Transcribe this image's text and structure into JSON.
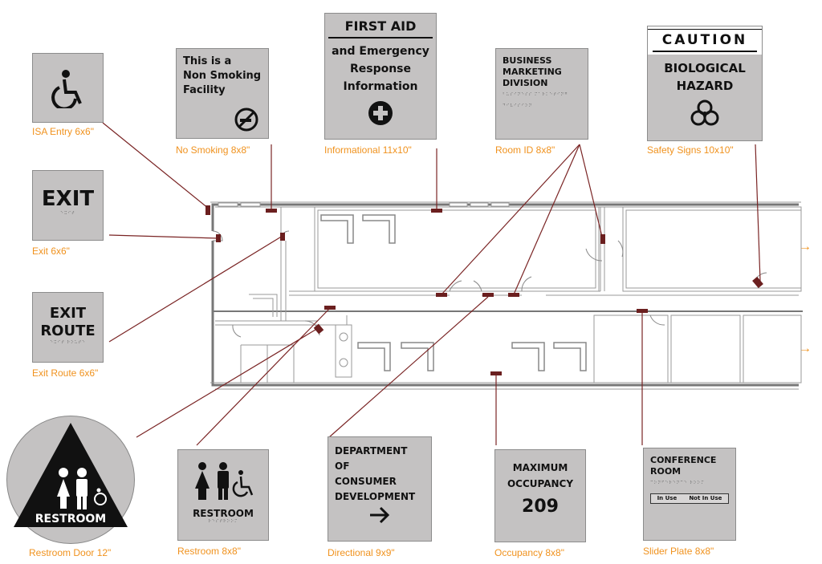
{
  "signs": {
    "isa": {
      "caption": "ISA Entry 6x6\"",
      "icon": "wheelchair-icon"
    },
    "nosmoke": {
      "text": [
        "This is a",
        "Non Smoking",
        "Facility"
      ],
      "caption": "No Smoking 8x8\"",
      "icon": "no-smoking-icon"
    },
    "firstaid": {
      "title": "FIRST AID",
      "text": [
        "and Emergency",
        "Response",
        "Information"
      ],
      "caption": "Informational 11x10\"",
      "icon": "medical-cross-icon"
    },
    "roomid": {
      "text": [
        "BUSINESS",
        "MARKETING",
        "DIVISION"
      ],
      "braille": "⠃⠥⠎⠊⠝⠑⠎⠎ ⠍⠁⠗⠅⠑⠞⠊⠝⠛ ⠙⠊⠧⠊⠎⠊⠕⠝",
      "caption": "Room ID 8x8\""
    },
    "caution": {
      "title": "CAUTION",
      "text": [
        "BIOLOGICAL",
        "HAZARD"
      ],
      "caption": "Safety Signs 10x10\"",
      "icon": "biohazard-icon"
    },
    "exit": {
      "text": "EXIT",
      "braille": "⠑⠭⠊⠞",
      "caption": "Exit 6x6\""
    },
    "exitroute": {
      "text": [
        "EXIT",
        "ROUTE"
      ],
      "braille": "⠑⠭⠊⠞ ⠗⠕⠥⠞⠑",
      "caption": "Exit Route 6x6\""
    },
    "restroomdoor": {
      "text": "RESTROOM",
      "caption": "Restroom Door 12\"",
      "icon": "restroom-triangle-icon"
    },
    "restroom": {
      "text": "RESTROOM",
      "braille": "⠗⠑⠎⠞⠗⠕⠕⠍",
      "caption": "Restroom 8x8\"",
      "icon": "restroom-people-icon"
    },
    "directional": {
      "text": [
        "DEPARTMENT OF",
        "CONSUMER",
        "DEVELOPMENT"
      ],
      "caption": "Directional 9x9\"",
      "icon": "arrow-right-icon"
    },
    "occupancy": {
      "text": [
        "MAXIMUM",
        "OCCUPANCY"
      ],
      "number": "209",
      "caption": "Occupancy 8x8\""
    },
    "slider": {
      "text": [
        "CONFERENCE",
        "ROOM"
      ],
      "braille": "⠉⠕⠝⠋⠑⠗⠑⠝⠉⠑ ⠗⠕⠕⠍",
      "in_use": "In Use",
      "not_in_use": "Not In Use",
      "caption": "Slider Plate 8x8\""
    }
  },
  "edge_arrows": [
    "→",
    "→"
  ],
  "colors": {
    "caption": "#f0921e",
    "sign_bg": "#c4c2c2",
    "leader": "#7a2424",
    "marker": "#6b1f1f",
    "wall": "#777777"
  }
}
